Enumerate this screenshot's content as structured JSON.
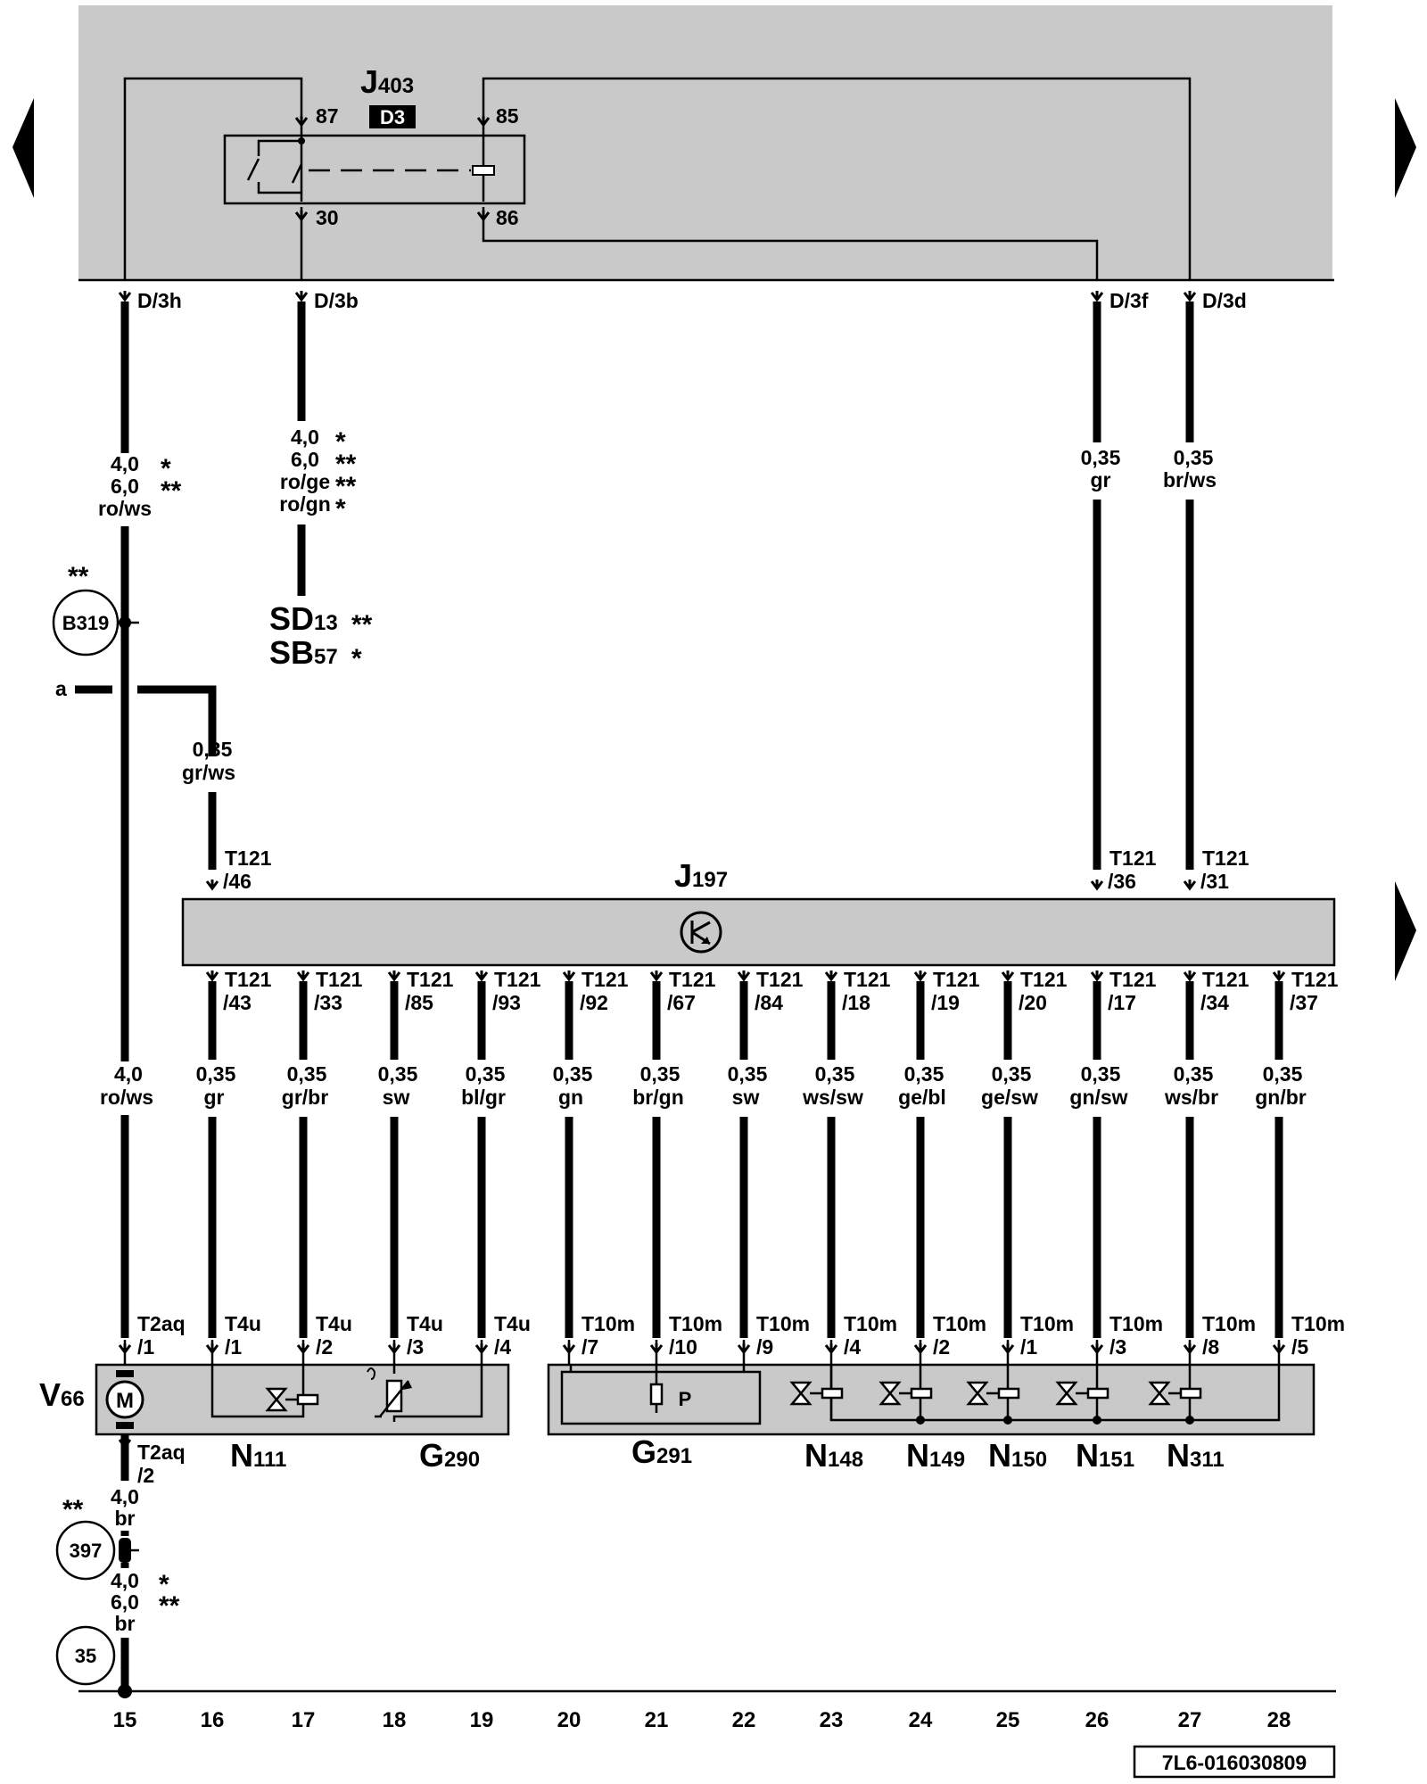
{
  "relay": {
    "name": "J",
    "sub": "403",
    "badge": "D3",
    "pin87": "87",
    "pin85": "85",
    "pin30": "30",
    "pin86": "86"
  },
  "connectors_top": [
    "D/3h",
    "D/3b",
    "D/3f",
    "D/3d"
  ],
  "wires_top": {
    "w1": [
      "4,0",
      "6,0",
      "ro/ws"
    ],
    "w2": [
      "4,0",
      "6,0",
      "ro/ge",
      "ro/gn"
    ],
    "w3": [
      "0,35",
      "gr"
    ],
    "w4": [
      "0,35",
      "br/ws"
    ],
    "wa": [
      "0,35",
      "gr/ws"
    ]
  },
  "marks": {
    "one": "*",
    "two": "**"
  },
  "ground_b319": "B319",
  "fuses": [
    {
      "name": "SD",
      "sub": "13"
    },
    {
      "name": "SB",
      "sub": "57"
    }
  ],
  "point_a": "a",
  "ecu": {
    "name": "J",
    "sub": "197",
    "top_pins": [
      [
        "T121",
        "/46"
      ],
      [
        "T121",
        "/36"
      ],
      [
        "T121",
        "/31"
      ]
    ],
    "bottom_pins": [
      [
        "T121",
        "/43"
      ],
      [
        "T121",
        "/33"
      ],
      [
        "T121",
        "/85"
      ],
      [
        "T121",
        "/93"
      ],
      [
        "T121",
        "/92"
      ],
      [
        "T121",
        "/67"
      ],
      [
        "T121",
        "/84"
      ],
      [
        "T121",
        "/18"
      ],
      [
        "T121",
        "/19"
      ],
      [
        "T121",
        "/20"
      ],
      [
        "T121",
        "/17"
      ],
      [
        "T121",
        "/34"
      ],
      [
        "T121",
        "/37"
      ]
    ]
  },
  "wires_bottom": [
    [
      "4,0",
      "ro/ws"
    ],
    [
      "0,35",
      "gr"
    ],
    [
      "0,35",
      "gr/br"
    ],
    [
      "0,35",
      "sw"
    ],
    [
      "0,35",
      "bl/gr"
    ],
    [
      "0,35",
      "gn"
    ],
    [
      "0,35",
      "br/gn"
    ],
    [
      "0,35",
      "sw"
    ],
    [
      "0,35",
      "ws/sw"
    ],
    [
      "0,35",
      "ge/bl"
    ],
    [
      "0,35",
      "ge/sw"
    ],
    [
      "0,35",
      "gn/sw"
    ],
    [
      "0,35",
      "ws/br"
    ],
    [
      "0,35",
      "gn/br"
    ]
  ],
  "component_pins": [
    [
      "T2aq",
      "/1"
    ],
    [
      "T4u",
      "/1"
    ],
    [
      "T4u",
      "/2"
    ],
    [
      "T4u",
      "/3"
    ],
    [
      "T4u",
      "/4"
    ],
    [
      "T10m",
      "/7"
    ],
    [
      "T10m",
      "/10"
    ],
    [
      "T10m",
      "/9"
    ],
    [
      "T10m",
      "/4"
    ],
    [
      "T10m",
      "/2"
    ],
    [
      "T10m",
      "/1"
    ],
    [
      "T10m",
      "/3"
    ],
    [
      "T10m",
      "/8"
    ],
    [
      "T10m",
      "/5"
    ]
  ],
  "motor_glyph": "M",
  "sensor_glyph": "P",
  "components": [
    {
      "name": "V",
      "sub": "66"
    },
    {
      "name": "N",
      "sub": "111"
    },
    {
      "name": "G",
      "sub": "290"
    },
    {
      "name": "G",
      "sub": "291"
    },
    {
      "name": "N",
      "sub": "148"
    },
    {
      "name": "N",
      "sub": "149"
    },
    {
      "name": "N",
      "sub": "150"
    },
    {
      "name": "N",
      "sub": "151"
    },
    {
      "name": "N",
      "sub": "311"
    }
  ],
  "motor_pin2": [
    "T2aq",
    "/2"
  ],
  "ground_wires": {
    "g1": [
      "4,0",
      "br"
    ],
    "g2": [
      "4,0",
      "6,0",
      "br"
    ]
  },
  "ground_points": [
    "397",
    "35"
  ],
  "columns": [
    "15",
    "16",
    "17",
    "18",
    "19",
    "20",
    "21",
    "22",
    "23",
    "24",
    "25",
    "26",
    "27",
    "28"
  ],
  "ref_code": "7L6-016030809"
}
